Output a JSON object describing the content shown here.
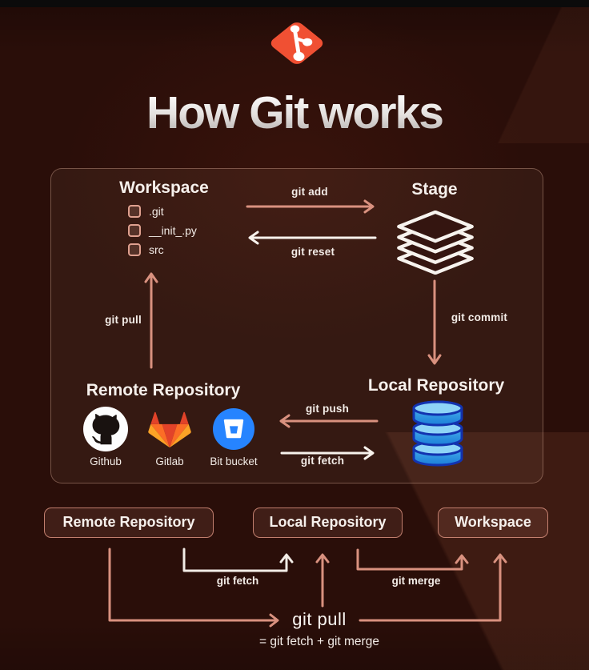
{
  "header": {
    "logo_icon": "git-logo-icon",
    "title": "How Git works"
  },
  "colors": {
    "background": "#2a0e09",
    "accent_salmon": "#d9917f",
    "arrow_white": "#f7f2ec",
    "git_logo_orange": "#f05033",
    "panel_border": "rgba(255,205,185,0.32)",
    "bitbucket_blue": "#2684ff",
    "gitlab_orange": "#fc6d26",
    "database_blue": "#2f9ce5"
  },
  "main_diagram": {
    "workspace": {
      "title": "Workspace",
      "files": [
        {
          "icon": "file-checkbox-icon",
          "name": ".git"
        },
        {
          "icon": "file-checkbox-icon",
          "name": "__init_.py"
        },
        {
          "icon": "file-checkbox-icon",
          "name": "src"
        }
      ]
    },
    "stage": {
      "title": "Stage",
      "icon": "layers-icon"
    },
    "local_repository": {
      "title": "Local Repository",
      "icon": "database-icon"
    },
    "remote_repository": {
      "title": "Remote Repository",
      "providers": [
        {
          "name": "Github",
          "icon": "github-icon"
        },
        {
          "name": "Gitlab",
          "icon": "gitlab-icon"
        },
        {
          "name": "Bit bucket",
          "icon": "bitbucket-icon"
        }
      ]
    },
    "commands": {
      "git_add": "git add",
      "git_reset": "git reset",
      "git_commit": "git commit",
      "git_pull": "git pull",
      "git_push": "git push",
      "git_fetch": "git fetch"
    }
  },
  "bottom_diagram": {
    "boxes": [
      {
        "label": "Remote Repository"
      },
      {
        "label": "Local Repository"
      },
      {
        "label": "Workspace"
      }
    ],
    "labels": {
      "git_fetch": "git fetch",
      "git_merge": "git merge",
      "git_pull": "git pull",
      "equation": "= git fetch + git merge"
    }
  }
}
